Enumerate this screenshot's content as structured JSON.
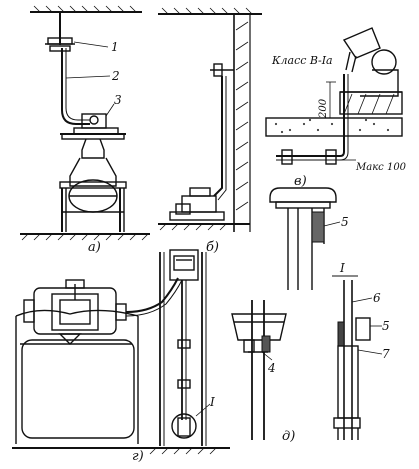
{
  "callouts": {
    "n1": "1",
    "n2": "2",
    "n3": "3",
    "n4": "4",
    "n5a": "5",
    "n5b": "5",
    "n6": "6",
    "n7": "7"
  },
  "panels": {
    "a": "а)",
    "b": "б)",
    "v": "в)",
    "g": "г)",
    "d": "д)"
  },
  "section_marks": {
    "detail_mark": "I",
    "detail_header": "I"
  },
  "annotations": {
    "hazard_class": "Класс В-Iа",
    "height_dim": "200",
    "max_dim": "Макс 100"
  }
}
